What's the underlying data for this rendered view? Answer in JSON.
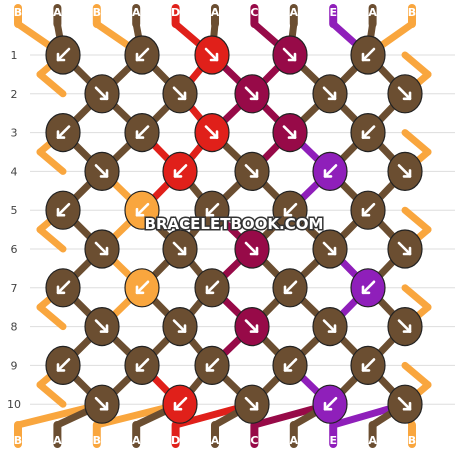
{
  "watermark": "BRACELETBOOK.COM",
  "row_labels": [
    "1",
    "2",
    "3",
    "4",
    "5",
    "6",
    "7",
    "8",
    "9",
    "10"
  ],
  "strands_top": [
    "B",
    "A",
    "B",
    "A",
    "D",
    "A",
    "C",
    "A",
    "E",
    "A",
    "B"
  ],
  "strands_bottom": [
    "B",
    "A",
    "B",
    "A",
    "D",
    "A",
    "C",
    "A",
    "E",
    "A",
    "B"
  ],
  "colors": {
    "A": "#6b4e31",
    "B": "#f9a63e",
    "C": "#970a48",
    "D": "#e0201a",
    "E": "#8f1fba"
  },
  "knots": [
    {
      "row": 1,
      "col": 0,
      "color": "A",
      "dir": "left"
    },
    {
      "row": 1,
      "col": 1,
      "color": "A",
      "dir": "left"
    },
    {
      "row": 1,
      "col": 2,
      "color": "D",
      "dir": "right"
    },
    {
      "row": 1,
      "col": 3,
      "color": "C",
      "dir": "right"
    },
    {
      "row": 1,
      "col": 4,
      "color": "A",
      "dir": "left"
    },
    {
      "row": 2,
      "col": 0,
      "color": "A",
      "dir": "right"
    },
    {
      "row": 2,
      "col": 1,
      "color": "A",
      "dir": "right"
    },
    {
      "row": 2,
      "col": 2,
      "color": "C",
      "dir": "right"
    },
    {
      "row": 2,
      "col": 3,
      "color": "A",
      "dir": "right"
    },
    {
      "row": 2,
      "col": 4,
      "color": "A",
      "dir": "right"
    },
    {
      "row": 3,
      "col": 0,
      "color": "A",
      "dir": "left"
    },
    {
      "row": 3,
      "col": 1,
      "color": "A",
      "dir": "left"
    },
    {
      "row": 3,
      "col": 2,
      "color": "D",
      "dir": "right"
    },
    {
      "row": 3,
      "col": 3,
      "color": "C",
      "dir": "right"
    },
    {
      "row": 3,
      "col": 4,
      "color": "A",
      "dir": "left"
    },
    {
      "row": 4,
      "col": 0,
      "color": "A",
      "dir": "right"
    },
    {
      "row": 4,
      "col": 1,
      "color": "D",
      "dir": "left"
    },
    {
      "row": 4,
      "col": 2,
      "color": "A",
      "dir": "right"
    },
    {
      "row": 4,
      "col": 3,
      "color": "E",
      "dir": "left"
    },
    {
      "row": 4,
      "col": 4,
      "color": "A",
      "dir": "right"
    },
    {
      "row": 5,
      "col": 0,
      "color": "A",
      "dir": "left"
    },
    {
      "row": 5,
      "col": 1,
      "color": "B",
      "dir": "left"
    },
    {
      "row": 5,
      "col": 2,
      "color": "A",
      "dir": "left"
    },
    {
      "row": 5,
      "col": 3,
      "color": "A",
      "dir": "left"
    },
    {
      "row": 5,
      "col": 4,
      "color": "A",
      "dir": "left"
    },
    {
      "row": 6,
      "col": 0,
      "color": "A",
      "dir": "right"
    },
    {
      "row": 6,
      "col": 1,
      "color": "A",
      "dir": "right"
    },
    {
      "row": 6,
      "col": 2,
      "color": "C",
      "dir": "right"
    },
    {
      "row": 6,
      "col": 3,
      "color": "A",
      "dir": "right"
    },
    {
      "row": 6,
      "col": 4,
      "color": "A",
      "dir": "right"
    },
    {
      "row": 7,
      "col": 0,
      "color": "A",
      "dir": "left"
    },
    {
      "row": 7,
      "col": 1,
      "color": "B",
      "dir": "left"
    },
    {
      "row": 7,
      "col": 2,
      "color": "A",
      "dir": "left"
    },
    {
      "row": 7,
      "col": 3,
      "color": "A",
      "dir": "left"
    },
    {
      "row": 7,
      "col": 4,
      "color": "E",
      "dir": "left"
    },
    {
      "row": 8,
      "col": 0,
      "color": "A",
      "dir": "right"
    },
    {
      "row": 8,
      "col": 1,
      "color": "A",
      "dir": "right"
    },
    {
      "row": 8,
      "col": 2,
      "color": "C",
      "dir": "right"
    },
    {
      "row": 8,
      "col": 3,
      "color": "A",
      "dir": "right"
    },
    {
      "row": 8,
      "col": 4,
      "color": "A",
      "dir": "right"
    },
    {
      "row": 9,
      "col": 0,
      "color": "A",
      "dir": "left"
    },
    {
      "row": 9,
      "col": 1,
      "color": "A",
      "dir": "left"
    },
    {
      "row": 9,
      "col": 2,
      "color": "A",
      "dir": "left"
    },
    {
      "row": 9,
      "col": 3,
      "color": "A",
      "dir": "left"
    },
    {
      "row": 9,
      "col": 4,
      "color": "A",
      "dir": "left"
    },
    {
      "row": 10,
      "col": 0,
      "color": "A",
      "dir": "right"
    },
    {
      "row": 10,
      "col": 1,
      "color": "D",
      "dir": "left"
    },
    {
      "row": 10,
      "col": 2,
      "color": "A",
      "dir": "right"
    },
    {
      "row": 10,
      "col": 3,
      "color": "E",
      "dir": "left"
    },
    {
      "row": 10,
      "col": 4,
      "color": "A",
      "dir": "right"
    }
  ]
}
